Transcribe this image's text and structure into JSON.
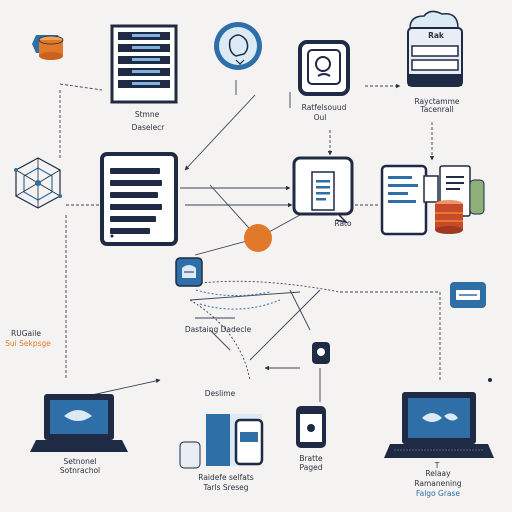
{
  "labels": {
    "server_1": "Stmne",
    "server_2": "Daselecr",
    "ai_1": "Ratfelsouud",
    "ai_2": "Oul",
    "cloud_1": "Rayctamme",
    "cloud_2": "Tacenrall",
    "cloud_badge": "Rak",
    "doc_tag": "Rato",
    "left_1": "RUGaile",
    "left_2": "Sui Sekpsge",
    "center_1": "Dastaing Dadecle",
    "center_2": "Deslime",
    "laptop_left_1": "Setnonel",
    "laptop_left_2": "Sotnrachol",
    "bottom_mid_1": "Raidefe selfats",
    "bottom_mid_2": "Tarls Sreseg",
    "bottom_phone_1": "Bratte",
    "bottom_phone_2": "Paged",
    "laptop_right_1": "T",
    "laptop_right_2": "Relaay",
    "laptop_right_3": "Ramanening",
    "laptop_right_4": "Falgo Grase"
  },
  "colors": {
    "navy": "#1f2a44",
    "blue": "#2f6fa8",
    "light_blue": "#dceaf6",
    "orange": "#e07a2a",
    "red": "#c84a2a",
    "green": "#8fb07a"
  }
}
